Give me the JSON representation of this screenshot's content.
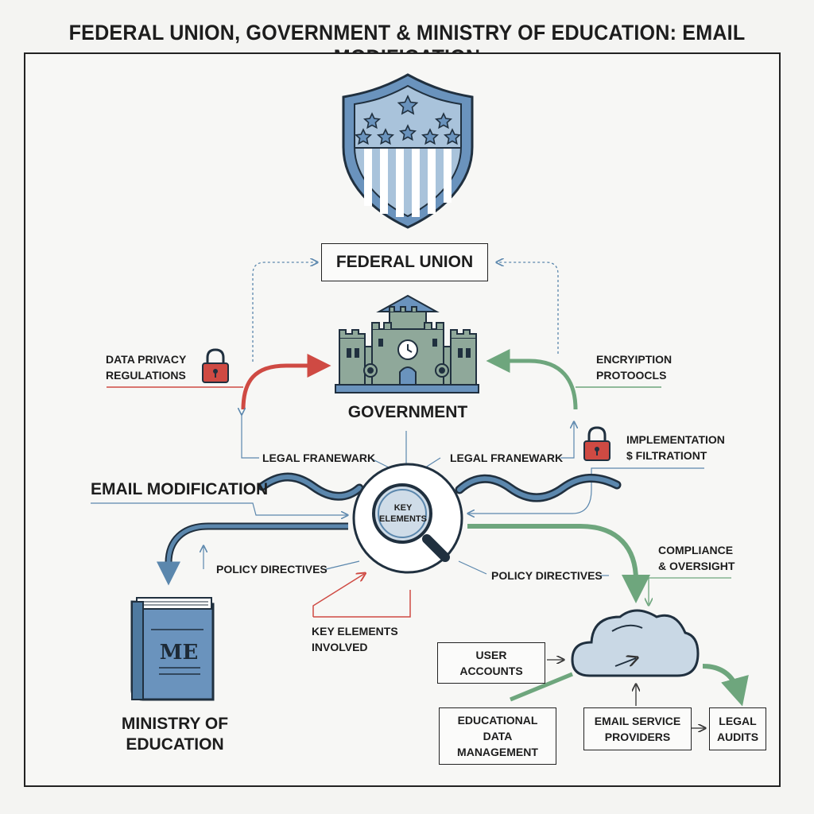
{
  "title": "FEDERAL UNION, GOVERNMENT & MINISTRY OF EDUCATION: EMAIL MODIFICATION",
  "nodes": {
    "federal_union": "FEDERAL UNION",
    "government": "GOVERNMENT",
    "email_modification": "EMAIL MODIFICATION",
    "key_elements": "KEY\nELEMENTS",
    "ministry": "MINISTRY OF\nEDUCATION",
    "book_monogram": "ME"
  },
  "labels": {
    "data_privacy": "DATA PRIVACY\nREGULATIONS",
    "encryption": "ENCRYIPTION\nPROTOOCLS",
    "implementation": "IMPLEMENTATION\n$ FILTRATIONT",
    "legal_left": "LEGAL FRANEWARK",
    "legal_right": "LEGAL FRANEWARK",
    "policy_left": "POLICY DIRECTIVES",
    "policy_right": "POLICY DIRECTIVES",
    "key_involved": "KEY ELEMENTS\nINVOLVED",
    "compliance": "COMPLIANCE\n& OVERSIGHT"
  },
  "boxes": {
    "user_accounts": "USER\nACCOUNTS",
    "educational_data": "EDUCATIONAL\nDATA\nMANAGEMENT",
    "email_providers": "EMAIL SERVICE\nPROVIDERS",
    "legal_audits": "LEGAL\nAUDITS"
  },
  "colors": {
    "blue": "#5b87ad",
    "red": "#cf4a43",
    "green": "#6ea67d",
    "building": "#8fa89a",
    "shield": "#6a93bd",
    "dark": "#20303f"
  }
}
